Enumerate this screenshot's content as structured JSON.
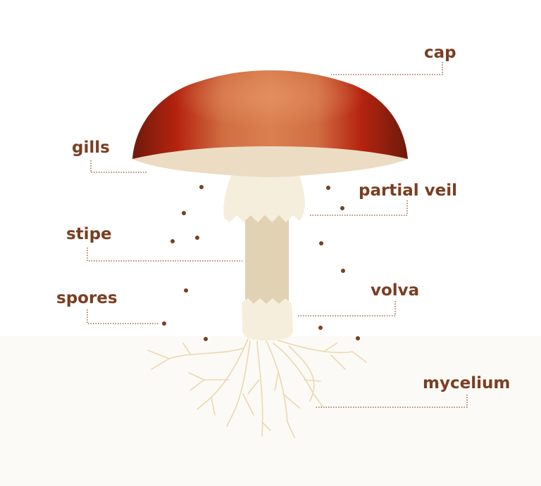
{
  "labels": {
    "cap": "cap",
    "gills": "gills",
    "partial_veil": "partial veil",
    "stipe": "stipe",
    "spores": "spores",
    "volva": "volva",
    "mycelium": "mycelium"
  },
  "colors": {
    "label_text": "#7a3e22",
    "leader_line": "#8a4a2a",
    "cap_dark": "#6e1a0c",
    "cap_red": "#b5230f",
    "cap_light": "#d9794a",
    "gills": "#ecdcc4",
    "stipe": "#e2d2b4",
    "veil": "#f6eedc",
    "spore_dot": "#7a3e22",
    "mycelium": "#ead9b0",
    "ground": "#fcfaf6"
  }
}
